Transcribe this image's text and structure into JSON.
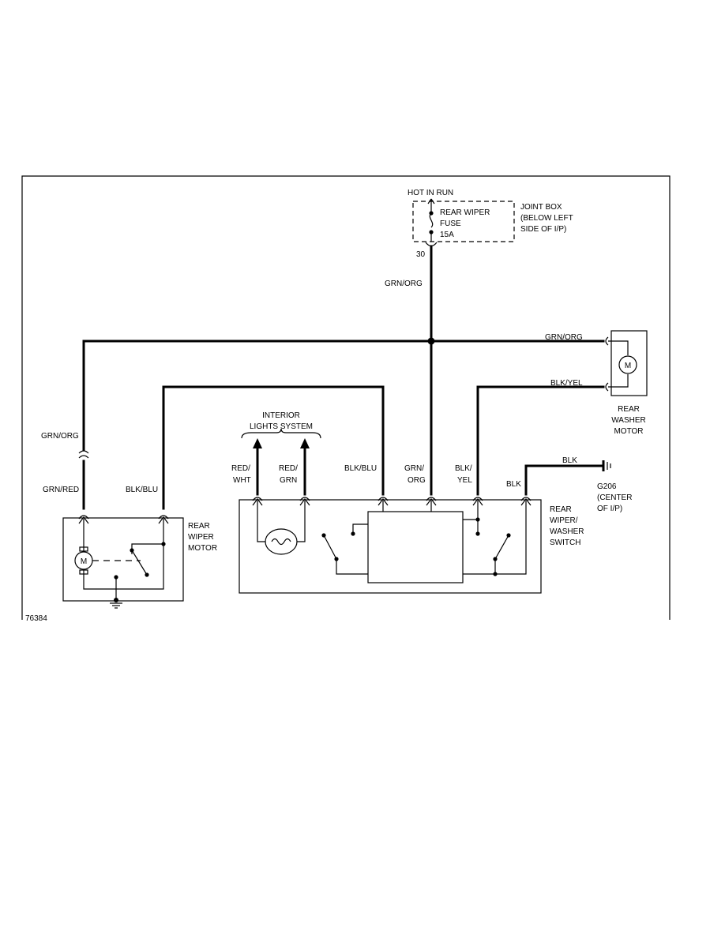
{
  "figure_id": "76384",
  "power": {
    "hot_label": "HOT IN RUN",
    "circuit": "30"
  },
  "joint_box": {
    "fuse": [
      "REAR WIPER",
      "FUSE",
      "15A"
    ],
    "label": [
      "JOINT BOX",
      "(BELOW LEFT",
      "SIDE OF I/P)"
    ]
  },
  "wires": {
    "grn_org": "GRN/ORG",
    "grn_org_washer": "GRN/ORG",
    "blk_yel": "BLK/YEL",
    "grn_org_left": "GRN/ORG",
    "grn_red": "GRN/RED",
    "blk_blu_left": "BLK/BLU",
    "red_wht": [
      "RED/",
      "WHT"
    ],
    "red_grn": [
      "RED/",
      "GRN"
    ],
    "blk_blu_switch": "BLK/BLU",
    "grn_org_switch": [
      "GRN/",
      "ORG"
    ],
    "blk_yel_switch": [
      "BLK/",
      "YEL"
    ],
    "blk_switch": "BLK",
    "blk_ground": "BLK"
  },
  "interior_lights": [
    "INTERIOR",
    "LIGHTS SYSTEM"
  ],
  "washer_motor": {
    "label": [
      "REAR",
      "WASHER",
      "MOTOR"
    ],
    "symbol": "M"
  },
  "wiper_motor": {
    "label": [
      "REAR",
      "WIPER",
      "MOTOR"
    ],
    "symbol": "M"
  },
  "switch": {
    "label": [
      "REAR",
      "WIPER/",
      "WASHER",
      "SWITCH"
    ]
  },
  "ground": {
    "label": [
      "G206",
      "(CENTER",
      "OF I/P)"
    ]
  }
}
